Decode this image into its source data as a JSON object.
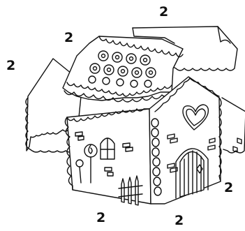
{
  "coloring_page": {
    "piece_counts": {
      "top_right": "2",
      "top_left": "2",
      "left": "2",
      "right": "2",
      "bottom_left": "2",
      "bottom_right": "2"
    },
    "colors": {
      "line": "#111111",
      "background": "#ffffff"
    }
  }
}
